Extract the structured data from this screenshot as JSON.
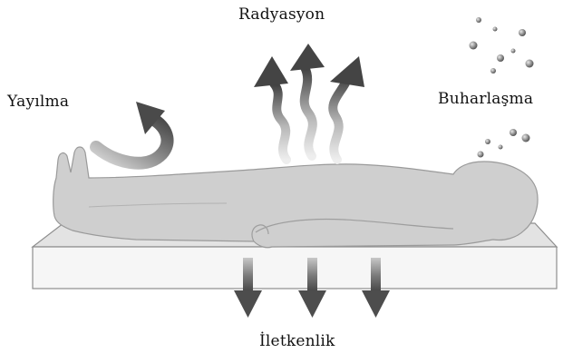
{
  "labels": {
    "radiation": "Radyasyon",
    "convection": "Yayılma",
    "evaporation": "Buharlaşma",
    "conduction": "İletkenlik"
  },
  "colors": {
    "body_fill": "#cfcfcf",
    "body_outline": "#9a9a9a",
    "mattress_top": "#e4e4e4",
    "mattress_side": "#f7f7f7",
    "arrow_dark": "#585858"
  },
  "icons": {
    "radiation": "wavy-up-arrow-icon",
    "convection": "curved-arrow-icon",
    "evaporation": "droplet-dots-icon",
    "conduction": "down-arrow-icon"
  }
}
